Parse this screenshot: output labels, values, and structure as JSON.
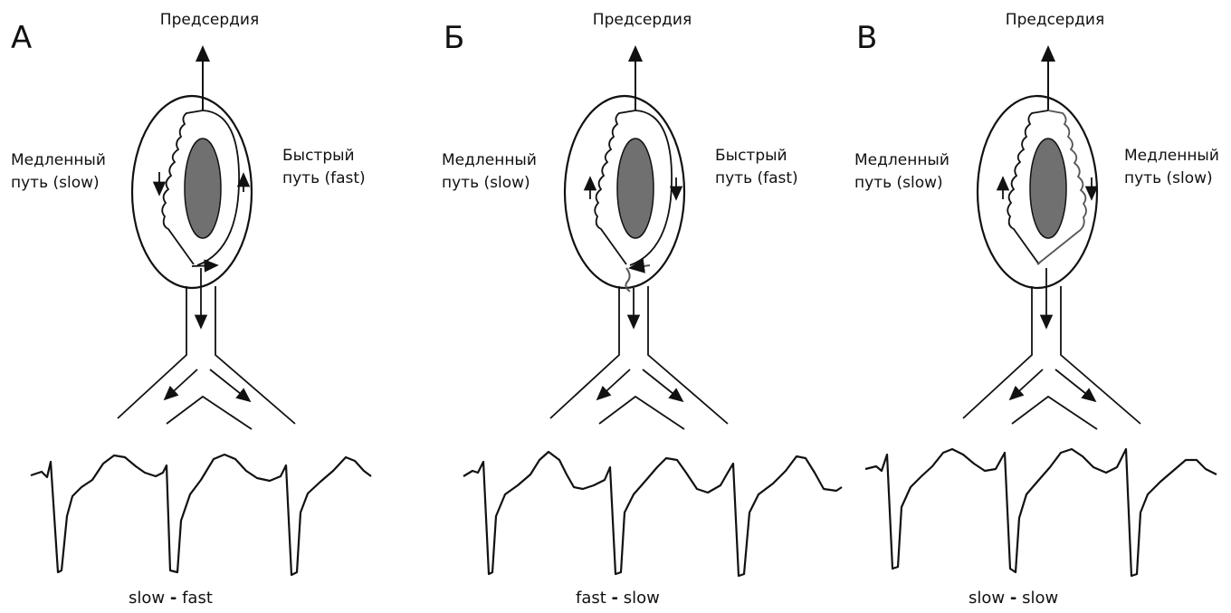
{
  "atria_label": "Предсердия",
  "panels": [
    {
      "letter": "А",
      "left_path": {
        "line1": "Медленный",
        "line2": "путь (slow)"
      },
      "right_path": {
        "line1": "Быстрый",
        "line2": "путь (fast)"
      },
      "caption": {
        "antegrade": "slow",
        "separator": "-",
        "retrograde": "fast"
      }
    },
    {
      "letter": "Б",
      "left_path": {
        "line1": "Медленный",
        "line2": "путь (slow)"
      },
      "right_path": {
        "line1": "Быстрый",
        "line2": "путь (fast)"
      },
      "caption": {
        "antegrade": "fast",
        "separator": "-",
        "retrograde": "slow"
      }
    },
    {
      "letter": "В",
      "left_path": {
        "line1": "Медленный",
        "line2": "путь (slow)"
      },
      "right_path": {
        "line1": "Медленный",
        "line2": "путь (slow)"
      },
      "caption": {
        "antegrade": "slow",
        "separator": "-",
        "retrograde": "slow"
      }
    }
  ],
  "colors": {
    "ink": "#111111",
    "node_fill": "#707070",
    "retrograde_trace": "#555555"
  }
}
